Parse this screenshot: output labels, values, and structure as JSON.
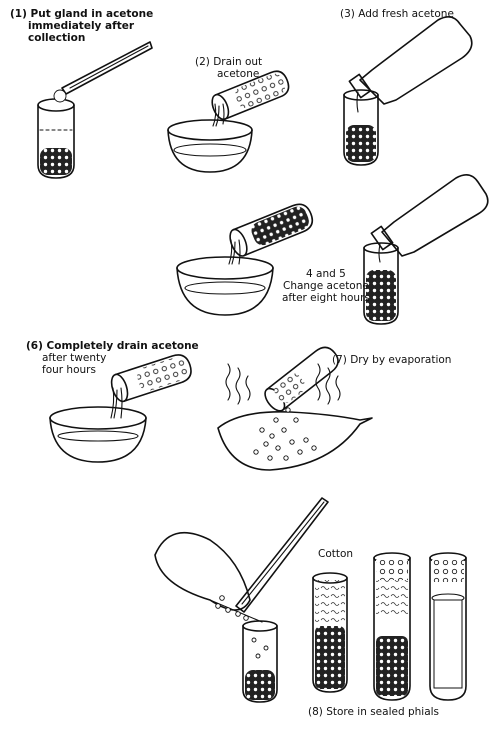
{
  "steps": {
    "s1": [
      "(1) Put gland in acetone",
      "immediately after",
      "collection"
    ],
    "s2": [
      "(2) Drain out",
      "acetone"
    ],
    "s3": [
      "(3) Add fresh acetone"
    ],
    "s45": [
      "4 and 5",
      "Change acetone",
      "after eight hours"
    ],
    "s6": [
      "(6) Completely drain acetone",
      "after twenty",
      "four hours"
    ],
    "s7": [
      "(7) Dry by evaporation"
    ],
    "s8": [
      "(8) Store in sealed phials"
    ]
  },
  "labels": {
    "cotton": "Cotton"
  },
  "colors": {
    "ink": "#111111",
    "paper": "#ffffff"
  }
}
